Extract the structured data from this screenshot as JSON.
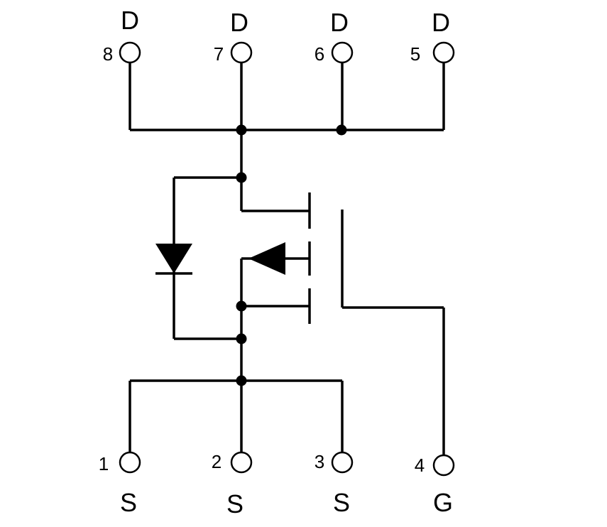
{
  "colors": {
    "line": "#000000",
    "background": "#ffffff"
  },
  "pins": [
    {
      "id": "p8",
      "number": "8",
      "name": "D"
    },
    {
      "id": "p7",
      "number": "7",
      "name": "D"
    },
    {
      "id": "p6",
      "number": "6",
      "name": "D"
    },
    {
      "id": "p5",
      "number": "5",
      "name": "D"
    },
    {
      "id": "p1",
      "number": "1",
      "name": "S"
    },
    {
      "id": "p2",
      "number": "2",
      "name": "S"
    },
    {
      "id": "p3",
      "number": "3",
      "name": "S"
    },
    {
      "id": "p4",
      "number": "4",
      "name": "G"
    }
  ]
}
